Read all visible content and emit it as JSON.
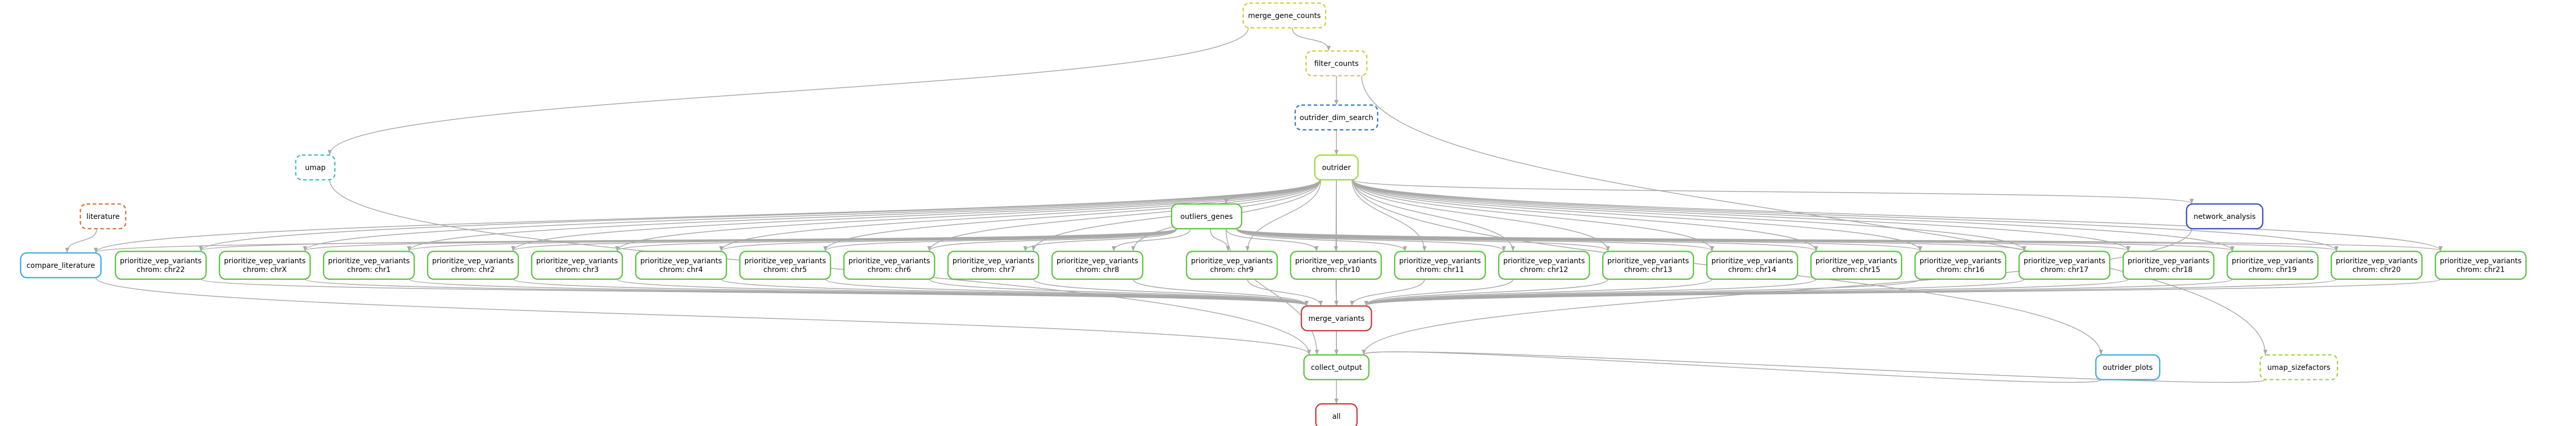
{
  "diagram": {
    "type": "snakemake-rulegraph",
    "colors": {
      "edge": "#a9a9a9",
      "yellow": "#d9c93a",
      "blue": "#3b78c4",
      "green": "#5cc43b",
      "teal": "#3bc4ab",
      "orange": "#d9733b",
      "cyan": "#3bafd9",
      "navy": "#3b4cc4",
      "red": "#c43b3b",
      "lime": "#9fd93b"
    },
    "nodes": {
      "merge_gene_counts": {
        "label": "merge_gene_counts",
        "label2": "",
        "color": "yellow",
        "dashed": true
      },
      "filter_counts": {
        "label": "filter_counts",
        "label2": "",
        "color": "yellow",
        "dashed": true
      },
      "outrider_dim_search": {
        "label": "outrider_dim_search",
        "label2": "",
        "color": "blue",
        "dashed": true
      },
      "umap": {
        "label": "umap",
        "label2": "",
        "color": "teal",
        "dashed": true
      },
      "outrider": {
        "label": "outrider",
        "label2": "",
        "color": "lime",
        "dashed": false
      },
      "literature": {
        "label": "literature",
        "label2": "",
        "color": "orange",
        "dashed": true
      },
      "outliers_genes": {
        "label": "outliers_genes",
        "label2": "",
        "color": "green",
        "dashed": false
      },
      "network_analysis": {
        "label": "network_analysis",
        "label2": "",
        "color": "navy",
        "dashed": false
      },
      "compare_literature": {
        "label": "compare_literature",
        "label2": "",
        "color": "cyan",
        "dashed": false
      },
      "pv22": {
        "label": "prioritize_vep_variants",
        "label2": "chrom: chr22",
        "color": "green",
        "dashed": false
      },
      "pv_x": {
        "label": "prioritize_vep_variants",
        "label2": "chrom: chrX",
        "color": "green",
        "dashed": false
      },
      "pv1": {
        "label": "prioritize_vep_variants",
        "label2": "chrom: chr1",
        "color": "green",
        "dashed": false
      },
      "pv2": {
        "label": "prioritize_vep_variants",
        "label2": "chrom: chr2",
        "color": "green",
        "dashed": false
      },
      "pv3": {
        "label": "prioritize_vep_variants",
        "label2": "chrom: chr3",
        "color": "green",
        "dashed": false
      },
      "pv4": {
        "label": "prioritize_vep_variants",
        "label2": "chrom: chr4",
        "color": "green",
        "dashed": false
      },
      "pv5": {
        "label": "prioritize_vep_variants",
        "label2": "chrom: chr5",
        "color": "green",
        "dashed": false
      },
      "pv6": {
        "label": "prioritize_vep_variants",
        "label2": "chrom: chr6",
        "color": "green",
        "dashed": false
      },
      "pv7": {
        "label": "prioritize_vep_variants",
        "label2": "chrom: chr7",
        "color": "green",
        "dashed": false
      },
      "pv8": {
        "label": "prioritize_vep_variants",
        "label2": "chrom: chr8",
        "color": "green",
        "dashed": false
      },
      "pv9": {
        "label": "prioritize_vep_variants",
        "label2": "chrom: chr9",
        "color": "green",
        "dashed": false
      },
      "pv10": {
        "label": "prioritize_vep_variants",
        "label2": "chrom: chr10",
        "color": "green",
        "dashed": false
      },
      "pv11": {
        "label": "prioritize_vep_variants",
        "label2": "chrom: chr11",
        "color": "green",
        "dashed": false
      },
      "pv12": {
        "label": "prioritize_vep_variants",
        "label2": "chrom: chr12",
        "color": "green",
        "dashed": false
      },
      "pv13": {
        "label": "prioritize_vep_variants",
        "label2": "chrom: chr13",
        "color": "green",
        "dashed": false
      },
      "pv14": {
        "label": "prioritize_vep_variants",
        "label2": "chrom: chr14",
        "color": "green",
        "dashed": false
      },
      "pv15": {
        "label": "prioritize_vep_variants",
        "label2": "chrom: chr15",
        "color": "green",
        "dashed": false
      },
      "pv16": {
        "label": "prioritize_vep_variants",
        "label2": "chrom: chr16",
        "color": "green",
        "dashed": false
      },
      "pv17": {
        "label": "prioritize_vep_variants",
        "label2": "chrom: chr17",
        "color": "green",
        "dashed": false
      },
      "pv18": {
        "label": "prioritize_vep_variants",
        "label2": "chrom: chr18",
        "color": "green",
        "dashed": false
      },
      "pv19": {
        "label": "prioritize_vep_variants",
        "label2": "chrom: chr19",
        "color": "green",
        "dashed": false
      },
      "pv20": {
        "label": "prioritize_vep_variants",
        "label2": "chrom: chr20",
        "color": "green",
        "dashed": false
      },
      "pv21": {
        "label": "prioritize_vep_variants",
        "label2": "chrom: chr21",
        "color": "green",
        "dashed": false
      },
      "merge_variants": {
        "label": "merge_variants",
        "label2": "",
        "color": "red",
        "dashed": false
      },
      "outrider_plots": {
        "label": "outrider_plots",
        "label2": "",
        "color": "cyan",
        "dashed": false
      },
      "umap_sizefactors": {
        "label": "umap_sizefactors",
        "label2": "",
        "color": "lime",
        "dashed": true
      },
      "collect_output": {
        "label": "collect_output",
        "label2": "",
        "color": "green",
        "dashed": false
      },
      "all": {
        "label": "all",
        "label2": "",
        "color": "red",
        "dashed": false
      }
    },
    "edges": [
      [
        "merge_gene_counts",
        "filter_counts"
      ],
      [
        "merge_gene_counts",
        "umap"
      ],
      [
        "filter_counts",
        "outrider_dim_search"
      ],
      [
        "filter_counts",
        "umap_sizefactors"
      ],
      [
        "outrider_dim_search",
        "outrider"
      ],
      [
        "outrider",
        "outliers_genes"
      ],
      [
        "outrider",
        "network_analysis"
      ],
      [
        "outrider",
        "outrider_plots"
      ],
      [
        "outrider",
        "compare_literature"
      ],
      [
        "outrider",
        "collect_output"
      ],
      [
        "outrider",
        "pv22"
      ],
      [
        "outrider",
        "pv_x"
      ],
      [
        "outrider",
        "pv1"
      ],
      [
        "outrider",
        "pv2"
      ],
      [
        "outrider",
        "pv3"
      ],
      [
        "outrider",
        "pv4"
      ],
      [
        "outrider",
        "pv5"
      ],
      [
        "outrider",
        "pv6"
      ],
      [
        "outrider",
        "pv7"
      ],
      [
        "outrider",
        "pv8"
      ],
      [
        "outrider",
        "pv9"
      ],
      [
        "outrider",
        "pv10"
      ],
      [
        "outrider",
        "pv11"
      ],
      [
        "outrider",
        "pv12"
      ],
      [
        "outrider",
        "pv13"
      ],
      [
        "outrider",
        "pv14"
      ],
      [
        "outrider",
        "pv15"
      ],
      [
        "outrider",
        "pv16"
      ],
      [
        "outrider",
        "pv17"
      ],
      [
        "outrider",
        "pv18"
      ],
      [
        "outrider",
        "pv19"
      ],
      [
        "outrider",
        "pv20"
      ],
      [
        "outrider",
        "pv21"
      ],
      [
        "literature",
        "compare_literature"
      ],
      [
        "outliers_genes",
        "compare_literature"
      ],
      [
        "outliers_genes",
        "collect_output"
      ],
      [
        "outliers_genes",
        "pv22"
      ],
      [
        "outliers_genes",
        "pv_x"
      ],
      [
        "outliers_genes",
        "pv1"
      ],
      [
        "outliers_genes",
        "pv2"
      ],
      [
        "outliers_genes",
        "pv3"
      ],
      [
        "outliers_genes",
        "pv4"
      ],
      [
        "outliers_genes",
        "pv5"
      ],
      [
        "outliers_genes",
        "pv6"
      ],
      [
        "outliers_genes",
        "pv7"
      ],
      [
        "outliers_genes",
        "pv8"
      ],
      [
        "outliers_genes",
        "pv9"
      ],
      [
        "outliers_genes",
        "pv10"
      ],
      [
        "outliers_genes",
        "pv11"
      ],
      [
        "outliers_genes",
        "pv12"
      ],
      [
        "outliers_genes",
        "pv13"
      ],
      [
        "outliers_genes",
        "pv14"
      ],
      [
        "outliers_genes",
        "pv15"
      ],
      [
        "outliers_genes",
        "pv16"
      ],
      [
        "outliers_genes",
        "pv17"
      ],
      [
        "outliers_genes",
        "pv18"
      ],
      [
        "outliers_genes",
        "pv19"
      ],
      [
        "outliers_genes",
        "pv20"
      ],
      [
        "outliers_genes",
        "pv21"
      ],
      [
        "pv22",
        "merge_variants"
      ],
      [
        "pv_x",
        "merge_variants"
      ],
      [
        "pv1",
        "merge_variants"
      ],
      [
        "pv2",
        "merge_variants"
      ],
      [
        "pv3",
        "merge_variants"
      ],
      [
        "pv4",
        "merge_variants"
      ],
      [
        "pv5",
        "merge_variants"
      ],
      [
        "pv6",
        "merge_variants"
      ],
      [
        "pv7",
        "merge_variants"
      ],
      [
        "pv8",
        "merge_variants"
      ],
      [
        "pv9",
        "merge_variants"
      ],
      [
        "pv10",
        "merge_variants"
      ],
      [
        "pv11",
        "merge_variants"
      ],
      [
        "pv12",
        "merge_variants"
      ],
      [
        "pv13",
        "merge_variants"
      ],
      [
        "pv14",
        "merge_variants"
      ],
      [
        "pv15",
        "merge_variants"
      ],
      [
        "pv16",
        "merge_variants"
      ],
      [
        "pv17",
        "merge_variants"
      ],
      [
        "pv18",
        "merge_variants"
      ],
      [
        "pv19",
        "merge_variants"
      ],
      [
        "pv20",
        "merge_variants"
      ],
      [
        "pv21",
        "merge_variants"
      ],
      [
        "umap",
        "collect_output"
      ],
      [
        "compare_literature",
        "collect_output"
      ],
      [
        "network_analysis",
        "collect_output"
      ],
      [
        "merge_variants",
        "collect_output"
      ],
      [
        "outrider_plots",
        "collect_output"
      ],
      [
        "umap_sizefactors",
        "collect_output"
      ],
      [
        "collect_output",
        "all"
      ]
    ]
  }
}
